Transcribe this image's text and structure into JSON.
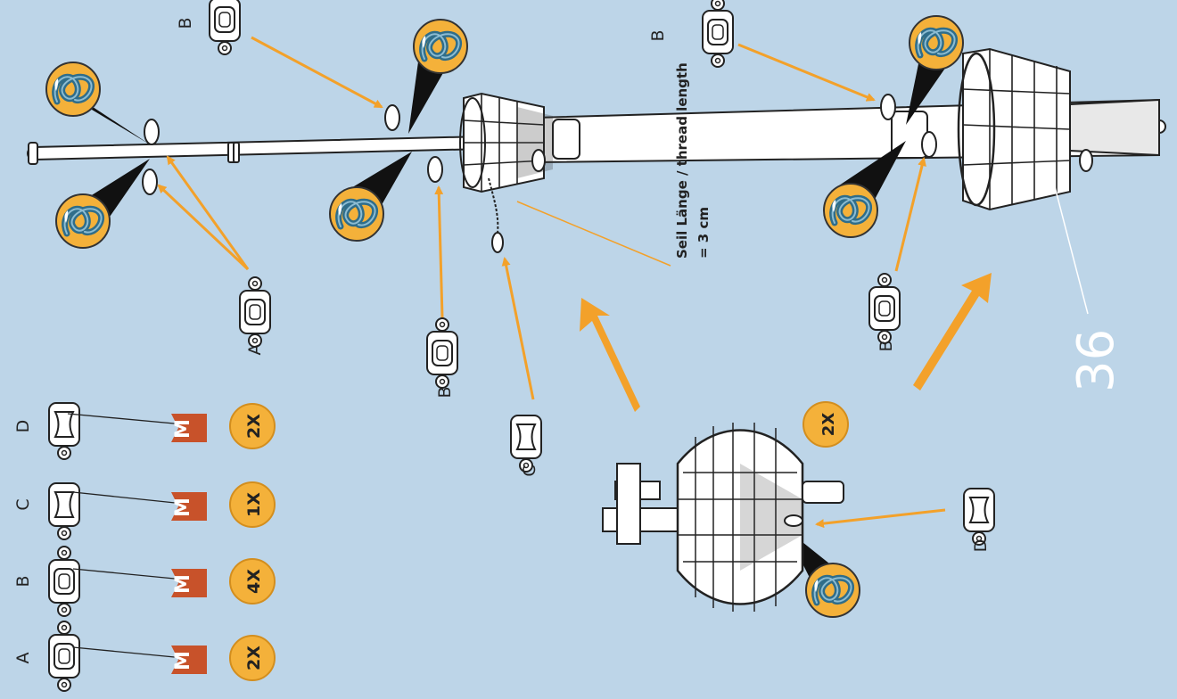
{
  "page": {
    "number": "36",
    "thread_note_line1": "Seil Länge / thread length",
    "thread_note_line2": "= 3 cm",
    "background": "#bdd5e8",
    "arrow_color": "#f3a12a",
    "badge_color": "#f4b13a",
    "marker_color": "#c8522a",
    "knot_rope_color": "#2f6d8a"
  },
  "callouts": {
    "a": "A",
    "b1": "B",
    "b2": "B",
    "b3": "B",
    "b4": "B",
    "c": "C",
    "d": "D"
  },
  "inset": {
    "quantity": "2X"
  },
  "legend": {
    "marker_glyph": "M",
    "items": [
      {
        "part": "D",
        "quantity": "2X"
      },
      {
        "part": "C",
        "quantity": "1X"
      },
      {
        "part": "B",
        "quantity": "4X"
      },
      {
        "part": "A",
        "quantity": "2X"
      }
    ]
  },
  "icons": [
    "knot-badge-icon",
    "deadeye-block-icon",
    "glue-marker-icon",
    "direction-arrow-icon"
  ]
}
